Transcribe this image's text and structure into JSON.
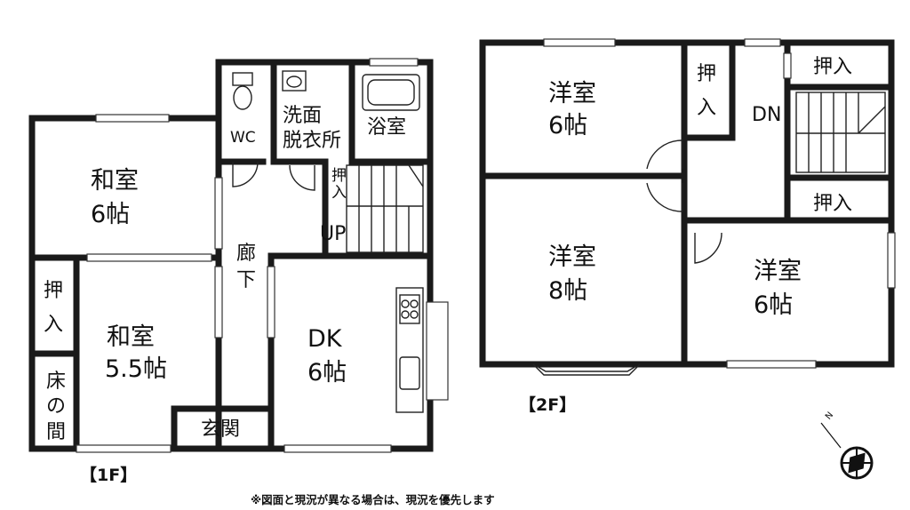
{
  "floor1": {
    "label": "【1F】",
    "rooms": {
      "washitsu6": [
        "和室",
        "6帖"
      ],
      "washitsu55": [
        "和室",
        "5.5帖"
      ],
      "wc": "WC",
      "senmen": [
        "洗面",
        "脱衣所"
      ],
      "yokushitsu": "浴室",
      "oshiire_stair": [
        "押",
        "入"
      ],
      "up": "UP",
      "rouka": [
        "廊",
        "下"
      ],
      "oshiire_left": [
        "押",
        "入"
      ],
      "tokonoma": [
        "床",
        "の",
        "間"
      ],
      "genkan": "玄関",
      "dk": [
        "DK",
        "6帖"
      ]
    }
  },
  "floor2": {
    "label": "【2F】",
    "rooms": {
      "youshitsu6_top": [
        "洋室",
        "6帖"
      ],
      "oshiire_v": [
        "押",
        "入"
      ],
      "oshiire_top": "押入",
      "dn": "DN",
      "oshiire_mid": "押入",
      "youshitsu8": [
        "洋室",
        "8帖"
      ],
      "youshitsu6_right": [
        "洋室",
        "6帖"
      ]
    }
  },
  "note": "※図面と現況が異なる場合は、現況を優先します",
  "compass": {
    "label": "N"
  }
}
